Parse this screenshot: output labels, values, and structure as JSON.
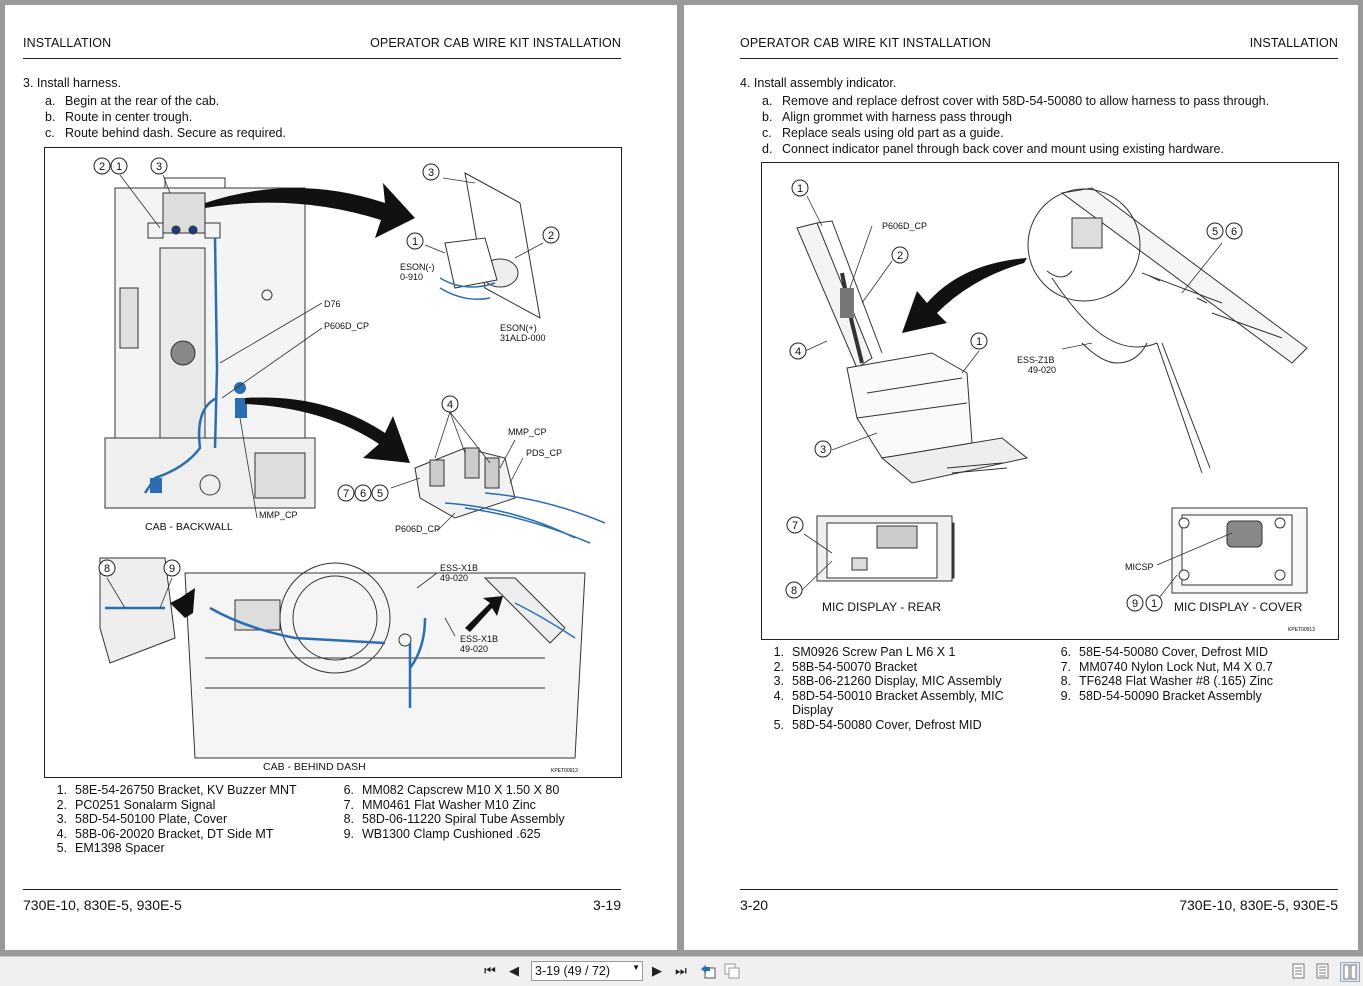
{
  "left_page": {
    "header_left": "INSTALLATION",
    "header_right": "OPERATOR CAB WIRE KIT INSTALLATION",
    "step": "3.  Install harness.",
    "substeps": [
      {
        "letter": "a.",
        "text": "Begin at the rear of the cab."
      },
      {
        "letter": "b.",
        "text": "Route in center trough."
      },
      {
        "letter": "c.",
        "text": "Route behind dash. Secure as required."
      }
    ],
    "figure": {
      "captions": {
        "backwall": "CAB - BACKWALL",
        "dash": "CAB - BEHIND DASH"
      },
      "labels": {
        "d76": "D76",
        "p606d_cp": "P606D_CP",
        "mmp_cp": "MMP_CP",
        "pds_cp": "PDS_CP",
        "eson_neg": "ESON(-)",
        "eson_neg_num": "0-910",
        "eson_pos": "ESON(+)",
        "eson_pos_num": "31ALD-000",
        "ess_x1b": "ESS-X1B",
        "ess_x1b_num": "49-020",
        "figure_id": "KPET00912"
      },
      "callouts": [
        "1",
        "2",
        "3",
        "4",
        "5",
        "6",
        "7",
        "8",
        "9"
      ]
    },
    "parts_col1": [
      {
        "n": "1.",
        "text": "58E-54-26750 Bracket, KV Buzzer MNT"
      },
      {
        "n": "2.",
        "text": "PC0251 Sonalarm Signal"
      },
      {
        "n": "3.",
        "text": "58D-54-50100 Plate, Cover"
      },
      {
        "n": "4.",
        "text": "58B-06-20020 Bracket, DT Side MT"
      },
      {
        "n": "5.",
        "text": "EM1398 Spacer"
      }
    ],
    "parts_col2": [
      {
        "n": "6.",
        "text": "MM082 Capscrew M10 X 1.50 X 80"
      },
      {
        "n": "7.",
        "text": "MM0461 Flat Washer M10 Zinc"
      },
      {
        "n": "8.",
        "text": "58D-06-11220 Spiral Tube Assembly"
      },
      {
        "n": "9.",
        "text": "WB1300 Clamp Cushioned .625"
      }
    ],
    "footer_left": "730E-10, 830E-5, 930E-5",
    "footer_right": "3-19"
  },
  "right_page": {
    "header_left": "OPERATOR CAB WIRE KIT INSTALLATION",
    "header_right": "INSTALLATION",
    "step": "4.  Install assembly indicator.",
    "substeps": [
      {
        "letter": "a.",
        "text": "Remove and replace defrost cover with 58D-54-50080 to allow harness to pass through."
      },
      {
        "letter": "b.",
        "text": "Align grommet with harness pass through"
      },
      {
        "letter": "c.",
        "text": "Replace seals using old part as a guide."
      },
      {
        "letter": "d.",
        "text": "Connect indicator panel through back cover and mount using existing hardware."
      }
    ],
    "figure": {
      "captions": {
        "rear": "MIC DISPLAY - REAR",
        "cover": "MIC DISPLAY - COVER"
      },
      "labels": {
        "p606d_cp": "P606D_CP",
        "ess_z1b": "ESS-Z1B",
        "ess_z1b_num": "49-020",
        "micsp": "MICSP",
        "figure_id": "KPET00913"
      }
    },
    "parts_col1": [
      {
        "n": "1.",
        "text": "SM0926 Screw Pan L M6 X 1"
      },
      {
        "n": "2.",
        "text": "58B-54-50070 Bracket"
      },
      {
        "n": "3.",
        "text": "58B-06-21260 Display, MIC Assembly"
      },
      {
        "n": "4.",
        "text": "58D-54-50010 Bracket Assembly, MIC",
        "cont": "Display"
      },
      {
        "n": "5.",
        "text": "58D-54-50080 Cover, Defrost MID"
      }
    ],
    "parts_col2": [
      {
        "n": "6.",
        "text": "58E-54-50080 Cover, Defrost MID"
      },
      {
        "n": "7.",
        "text": "MM0740 Nylon Lock Nut, M4 X 0.7"
      },
      {
        "n": "8.",
        "text": "TF6248 Flat Washer #8 (.165) Zinc"
      },
      {
        "n": "9.",
        "text": "58D-54-50090 Bracket Assembly"
      }
    ],
    "footer_left": "3-20",
    "footer_right": "730E-10, 830E-5, 930E-5"
  },
  "toolbar": {
    "page_indicator": "3-19 (49 / 72)",
    "icons": [
      "first-page-icon",
      "prev-page-icon",
      "next-page-icon",
      "last-page-icon",
      "back-view-icon",
      "forward-view-icon",
      "single-page-icon",
      "two-page-icon",
      "continuous-icon"
    ]
  },
  "colors": {
    "harness_blue": "#2a6db5",
    "page_bg": "#ffffff",
    "viewer_bg": "#9a9a9a"
  }
}
